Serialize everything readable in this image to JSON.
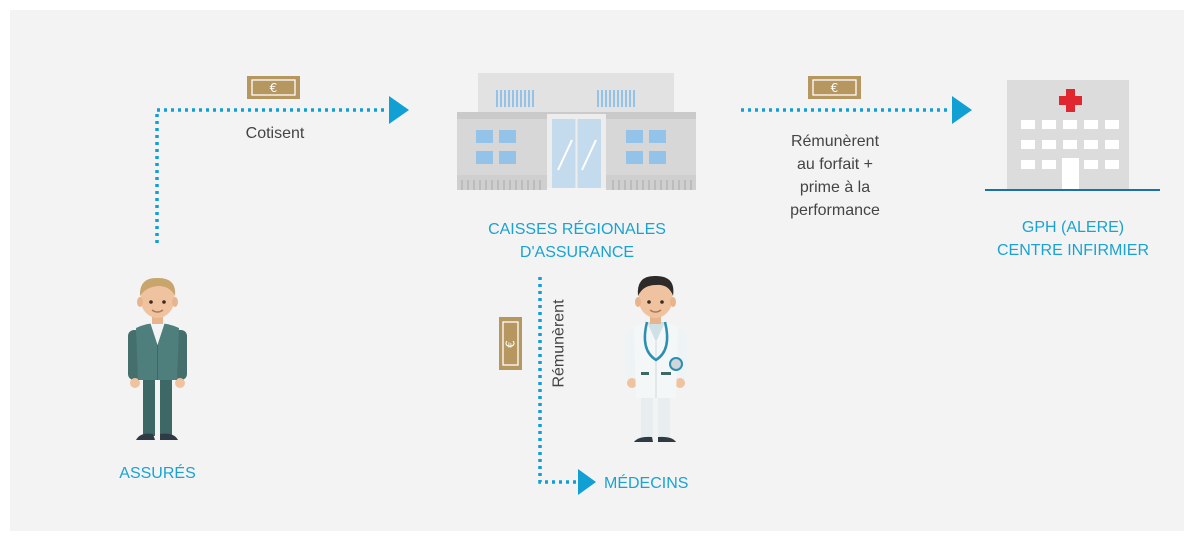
{
  "nodes": {
    "assures": "ASSURÉS",
    "caisses_line1": "CAISSES RÉGIONALES",
    "caisses_line2": "D'ASSURANCE",
    "gph_line1": "GPH (ALERE)",
    "gph_line2": "CENTRE INFIRMIER",
    "medecins": "MÉDECINS"
  },
  "flows": {
    "cotisent": "Cotisent",
    "remunerent_forfait": [
      "Rémunèrent",
      "au forfait +",
      "prime à la",
      "performance"
    ],
    "remunerent": "Rémunèrent"
  },
  "currency_symbol": "€",
  "colors": {
    "accent": "#1aa3d1",
    "arrow": "#10a0d3",
    "money": "#b69760",
    "building": "#d7d7d7",
    "window": "#93c3e8",
    "hospital_cross": "#e0262e",
    "suit": "#4e7f7d",
    "background": "#f3f3f3"
  }
}
